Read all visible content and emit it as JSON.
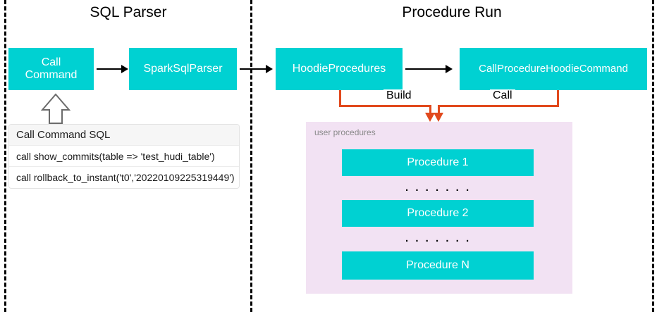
{
  "diagram": {
    "sections": [
      {
        "title": "SQL Parser"
      },
      {
        "title": "Procedure Run"
      }
    ],
    "nodes": {
      "call_command": "Call\nCommand",
      "call_command_line1": "Call",
      "call_command_line2": "Command",
      "spark_sql_parser": "SparkSqlParser",
      "hoodie_procedures": "HoodieProcedures",
      "call_procedure_hoodie_command": "CallProcedureHoodieCommand"
    },
    "edge_labels": {
      "build": "Build",
      "call": "Call"
    },
    "sql_table": {
      "header": "Call Command SQL",
      "rows": [
        "call show_commits(table => 'test_hudi_table')",
        "call rollback_to_instant('t0','20220109225319449')"
      ]
    },
    "procedures_panel": {
      "label": "user procedures",
      "items": [
        "Procedure 1",
        "Procedure 2",
        "Procedure N"
      ],
      "separators": [
        ". . . . . . .",
        ". . . . . . ."
      ]
    },
    "colors": {
      "node_fill": "#00d1d2",
      "node_text": "#ffffff",
      "panel_fill": "#f2e2f3",
      "orange_edge": "#e1491d",
      "black_edge": "#000000",
      "section_divider": "#000000"
    }
  }
}
